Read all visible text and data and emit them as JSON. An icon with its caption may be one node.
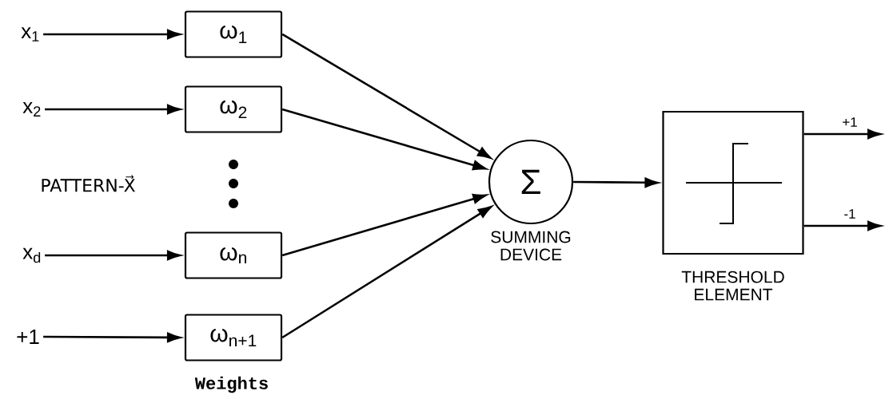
{
  "diagram": {
    "nodes": [
      {
        "text": [
          "x$_{1}$"
        ]
      },
      {
        "text": [
          "x$_{2}$"
        ]
      },
      {
        "text": [
          "x$_{d}$"
        ]
      },
      {
        "text": [
          "+1"
        ]
      },
      {
        "text": [
          "ω$_{1}$"
        ]
      },
      {
        "text": [
          "ω$_{2}$"
        ]
      },
      {
        "text": [
          "ω$_{n}$"
        ]
      },
      {
        "text": [
          "ω$_{n+1}$"
        ]
      },
      {
        "text": [
          "Σ"
        ],
        "beside": [
          "SUMMING DEVICE"
        ]
      },
      {
        "text": [],
        "shape": "box",
        "beside": [
          "THRESHOLD ELEMENT"
        ]
      }
    ],
    "edges": [
      {
        "from": 0,
        "to": 4,
        "arrow": "to"
      },
      {
        "from": 1,
        "to": 5,
        "arrow": "to"
      },
      {
        "from": 2,
        "to": 6,
        "arrow": "to"
      },
      {
        "from": 3,
        "to": 7,
        "arrow": "to"
      },
      {
        "from": 4,
        "to": 8,
        "arrow": "to"
      },
      {
        "from": 5,
        "to": 8,
        "arrow": "to"
      },
      {
        "from": 6,
        "to": 8,
        "arrow": "to"
      },
      {
        "from": 7,
        "to": 8,
        "arrow": "to"
      },
      {
        "from": 8,
        "to": 9,
        "arrow": "to"
      },
      {
        "from": 9,
        "to": null,
        "arrow": "to",
        "label": "+1"
      },
      {
        "from": 9,
        "to": null,
        "arrow": "to",
        "label": "-1"
      }
    ],
    "labels": [
      "PATTERN-X⃗",
      "Weights"
    ]
  }
}
